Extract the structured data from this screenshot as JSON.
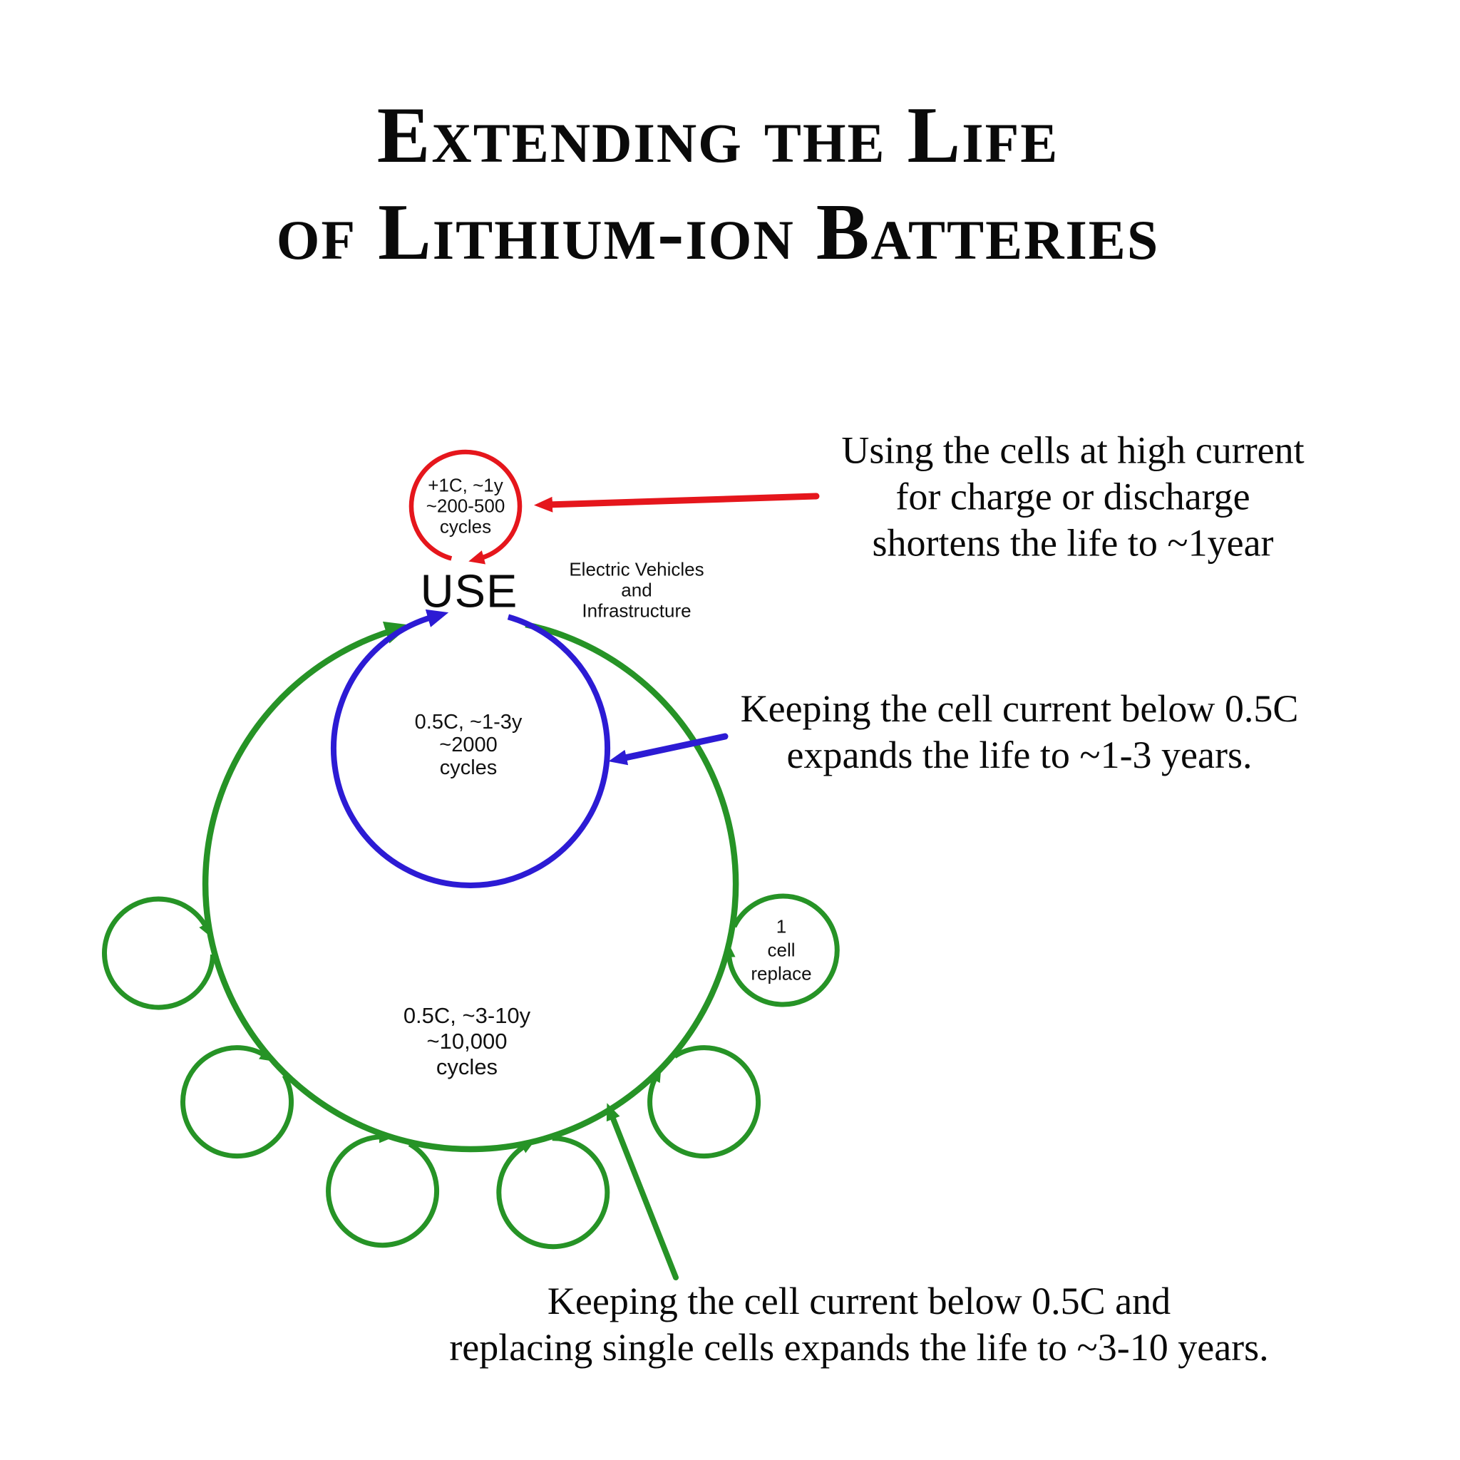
{
  "title": {
    "lines": [
      "Extending the Life",
      "of Lithium-ion Batteries"
    ]
  },
  "colors": {
    "red": "#e5161c",
    "green": "#269326",
    "blue": "#2c1bd4",
    "text": "#000000",
    "background": "#ffffff"
  },
  "diagram": {
    "use_label": "USE",
    "context_label": {
      "lines": [
        "Electric Vehicles",
        "and",
        "Infrastructure"
      ]
    },
    "high_current_cycle": {
      "lines": [
        "+1C, ~1y",
        "~200-500",
        "cycles"
      ]
    },
    "medium_cycle": {
      "lines": [
        "0.5C, ~1-3y",
        "~2000",
        "cycles"
      ]
    },
    "long_cycle": {
      "lines": [
        "0.5C, ~3-10y",
        "~10,000",
        "cycles"
      ]
    },
    "cell_replace_cycle": {
      "lines": [
        "1",
        "cell",
        "replace"
      ]
    }
  },
  "annotations": {
    "high_current_note": {
      "lines": [
        "Using the cells at high current",
        "for charge or discharge",
        "shortens the life to ~1year"
      ]
    },
    "medium_note": {
      "lines": [
        "Keeping the cell current below 0.5C",
        "expands the life to ~1-3 years."
      ]
    },
    "long_note": {
      "lines": [
        "Keeping the cell current below 0.5C and",
        "replacing single cells expands the life to ~3-10 years."
      ]
    }
  }
}
